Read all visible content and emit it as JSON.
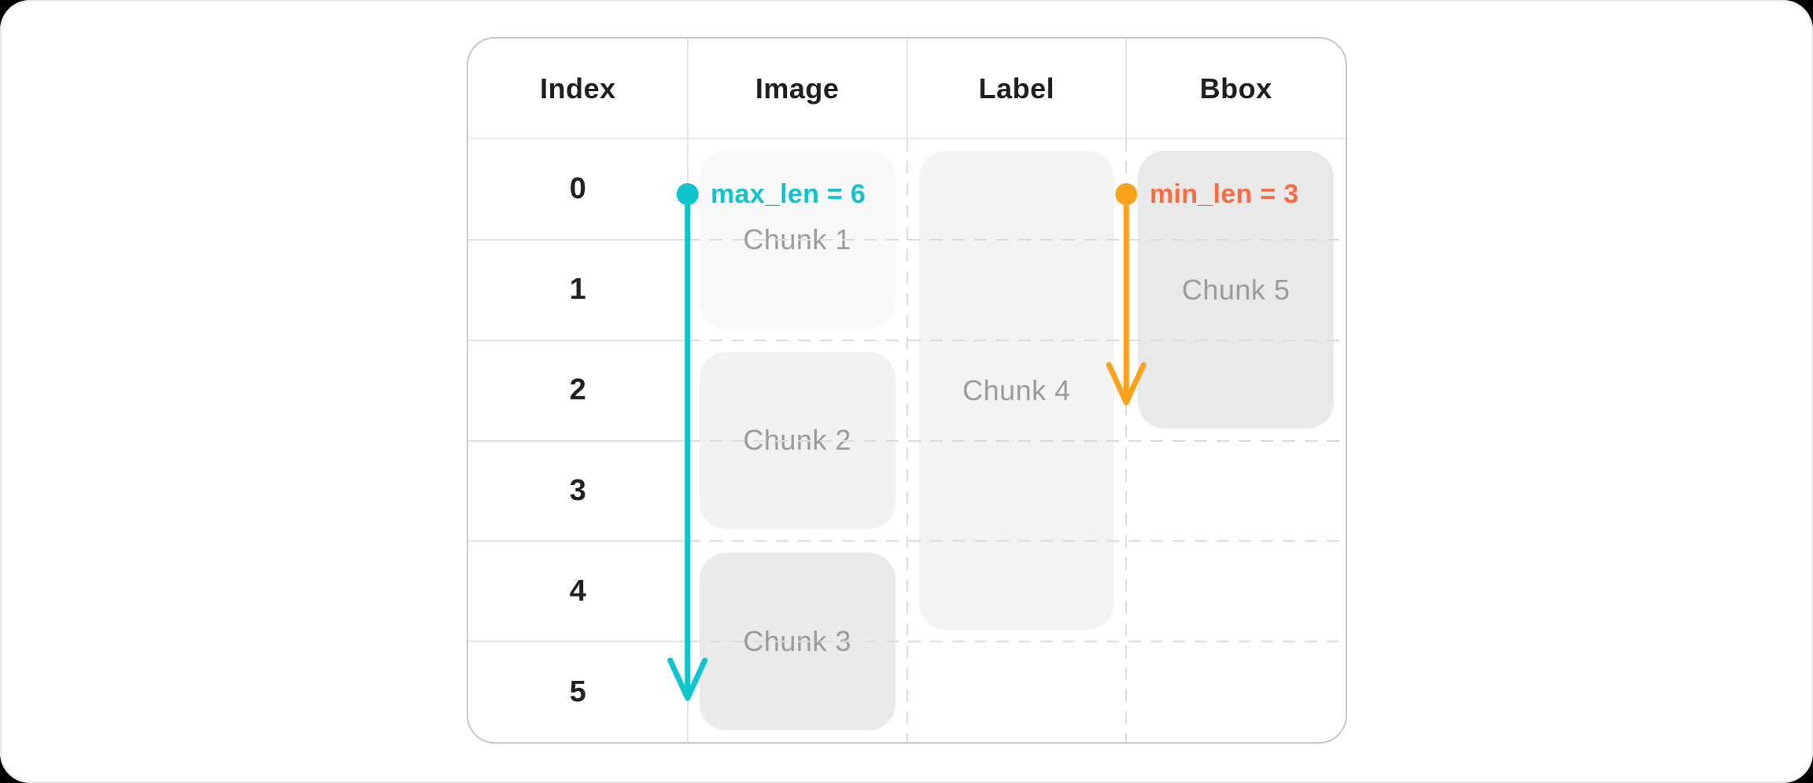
{
  "page": {
    "background_color": "#000000",
    "card_color": "#ffffff"
  },
  "table": {
    "headers": [
      "Index",
      "Image",
      "Label",
      "Bbox"
    ],
    "row_indices": [
      "0",
      "1",
      "2",
      "3",
      "4",
      "5"
    ]
  },
  "chunks": [
    {
      "label": "Chunk 1",
      "column": "Image",
      "row_start": 0,
      "row_end": 1
    },
    {
      "label": "Chunk 2",
      "column": "Image",
      "row_start": 2,
      "row_end": 3
    },
    {
      "label": "Chunk 3",
      "column": "Image",
      "row_start": 4,
      "row_end": 5
    },
    {
      "label": "Chunk 4",
      "column": "Label",
      "row_start": 0,
      "row_end": 4
    },
    {
      "label": "Chunk 5",
      "column": "Bbox",
      "row_start": 0,
      "row_end": 2
    }
  ],
  "annotations": {
    "max_len": {
      "label": "max_len = 6",
      "value": 6,
      "color": "#0fc4cc",
      "arrow_color": "#0fc4cc",
      "arrow_rows_spanned": 6
    },
    "min_len": {
      "label": "min_len = 3",
      "value": 3,
      "color": "#f96c44",
      "arrow_color": "#faa21b",
      "arrow_rows_spanned": 3
    }
  },
  "colors": {
    "header_text": "#1f1f1f",
    "index_text": "#222222",
    "chunk_text": "#9b9b9b",
    "grid_solid": "#e4e4e4",
    "grid_dashed": "#dcdcdc",
    "table_border": "#c8c8c8",
    "chunk_fills": [
      "#f8f8f8",
      "#f1f1f1",
      "#eaeaea",
      "#f3f3f3",
      "#e9e9e9"
    ]
  }
}
